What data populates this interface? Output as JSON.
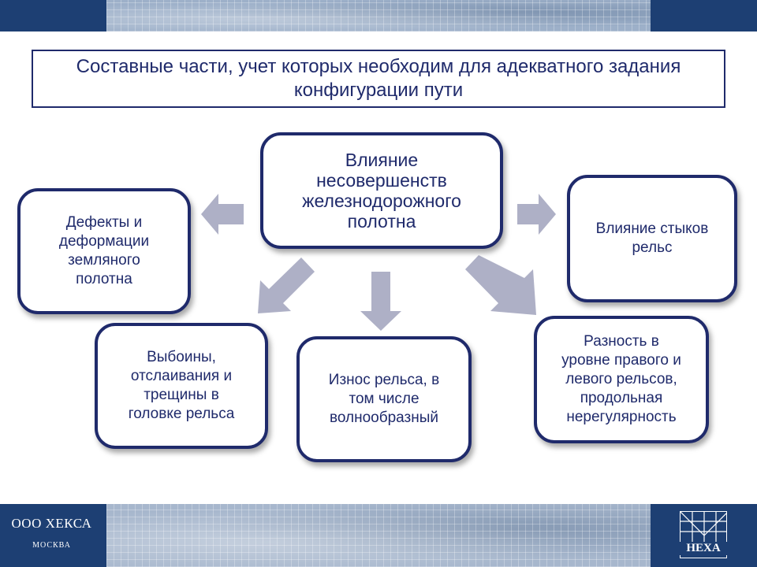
{
  "header": {
    "title": "Составные части, учет которых необходим для адекватного задания конфигурации пути"
  },
  "diagram": {
    "center": {
      "lines": [
        "Влияние",
        "несовершенств",
        "железнодорожного",
        "полотна"
      ]
    },
    "nodes": [
      {
        "id": "subgrade",
        "lines": [
          "Дефекты и",
          "деформации",
          "земляного",
          "полотна"
        ]
      },
      {
        "id": "joints",
        "lines": [
          "Влияние стыков",
          "рельс"
        ]
      },
      {
        "id": "head-defects",
        "lines": [
          "Выбоины,",
          "отслаивания и",
          "трещины в",
          "головке рельса"
        ]
      },
      {
        "id": "rail-wear",
        "lines": [
          "Износ рельса, в",
          "том числе",
          "волнообразный"
        ]
      },
      {
        "id": "level-difference",
        "lines": [
          "Разность в",
          "уровне правого и",
          "левого рельсов,",
          "продольная",
          "нерегулярность"
        ]
      }
    ],
    "colors": {
      "border": "#1f2a6b",
      "text": "#1f2a6b",
      "arrow": "#aeb0c6"
    }
  },
  "footer": {
    "company": "ООО ХЕКСА",
    "city": "МОСКВА",
    "logo_text": "HEXA"
  }
}
